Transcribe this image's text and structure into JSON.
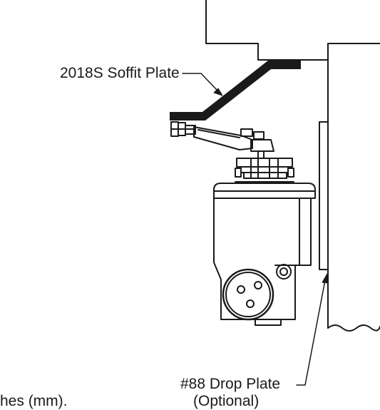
{
  "labels": {
    "soffit_plate": "2018S Soffit Plate",
    "drop_plate": "#88 Drop Plate",
    "drop_plate_note": "(Optional)",
    "units_fragment": "hes (mm)."
  }
}
